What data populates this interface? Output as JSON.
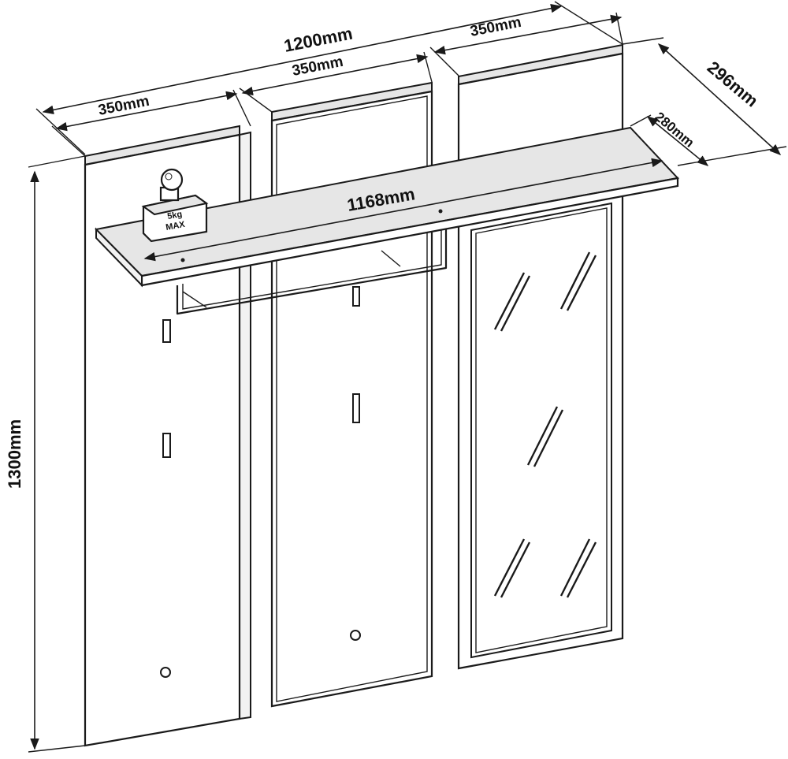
{
  "diagram": {
    "dimensions": {
      "total_width": "1200mm",
      "panel_left_width": "350mm",
      "panel_middle_width": "350mm",
      "panel_right_width": "350mm",
      "total_depth": "296mm",
      "shelf_depth": "280mm",
      "shelf_length": "1168mm",
      "height": "1300mm"
    },
    "weight_label": {
      "line1": "5kg",
      "line2": "MAX"
    }
  }
}
